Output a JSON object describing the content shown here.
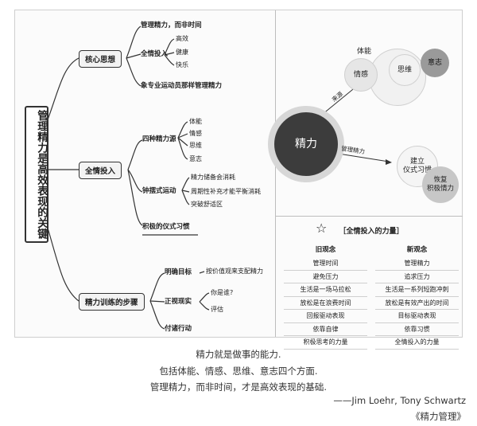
{
  "mindmap": {
    "title": "管理精力是高效表现的关键",
    "branches": [
      {
        "label": "核心思想",
        "items": [
          "管理精力，而非时间",
          "全情投入",
          "象专业运动员那样管理精力"
        ],
        "subitems": [
          "高效",
          "健康",
          "快乐"
        ]
      },
      {
        "label": "全情投入",
        "items": [
          "四种精力源",
          "钟摆式运动",
          "积极的仪式习惯"
        ],
        "sources": [
          "体能",
          "情感",
          "思维",
          "意志"
        ],
        "pendulum": [
          "精力储备会消耗",
          "周期性补充才能平衡消耗",
          "突破舒适区"
        ]
      },
      {
        "label": "精力训练的步骤",
        "items": [
          "明确目标",
          "正视现实",
          "付诸行动"
        ],
        "goal_note": "按价值观来支配精力",
        "reality": [
          "你是谁?",
          "评估"
        ]
      }
    ]
  },
  "energy_diagram": {
    "center": "精力",
    "arrow_up": "来源",
    "arrow_down": "管理精力",
    "sources": [
      "体能",
      "情感",
      "思维",
      "意志"
    ],
    "habit": "建立\n仪式习惯",
    "recover": "恢复\n积极情力"
  },
  "table": {
    "title": "［全情投入的力量］",
    "old_header": "旧观念",
    "new_header": "新观念",
    "old": [
      "管理时间",
      "避免压力",
      "生活是一场马拉松",
      "放松是在浪费时间",
      "回报驱动表现",
      "依靠自律",
      "积极思考的力量"
    ],
    "new": [
      "管理精力",
      "追求压力",
      "生活是一系列短跑冲刺",
      "放松是有效产出的时间",
      "目标驱动表现",
      "依靠习惯",
      "全情投入的力量"
    ]
  },
  "quote": {
    "line1": "精力就是做事的能力.",
    "line2": "包括体能、情感、思维、意志四个方面.",
    "line3": "管理精力，而非时间，才是高效表现的基础.",
    "author": "——Jim Loehr, Tony Schwartz",
    "book": "《精力管理》"
  },
  "colors": {
    "circle_light": "#efefef",
    "circle_mid": "#b9b9b9",
    "circle_dark": "#3c3c3c",
    "line": "#333333"
  }
}
